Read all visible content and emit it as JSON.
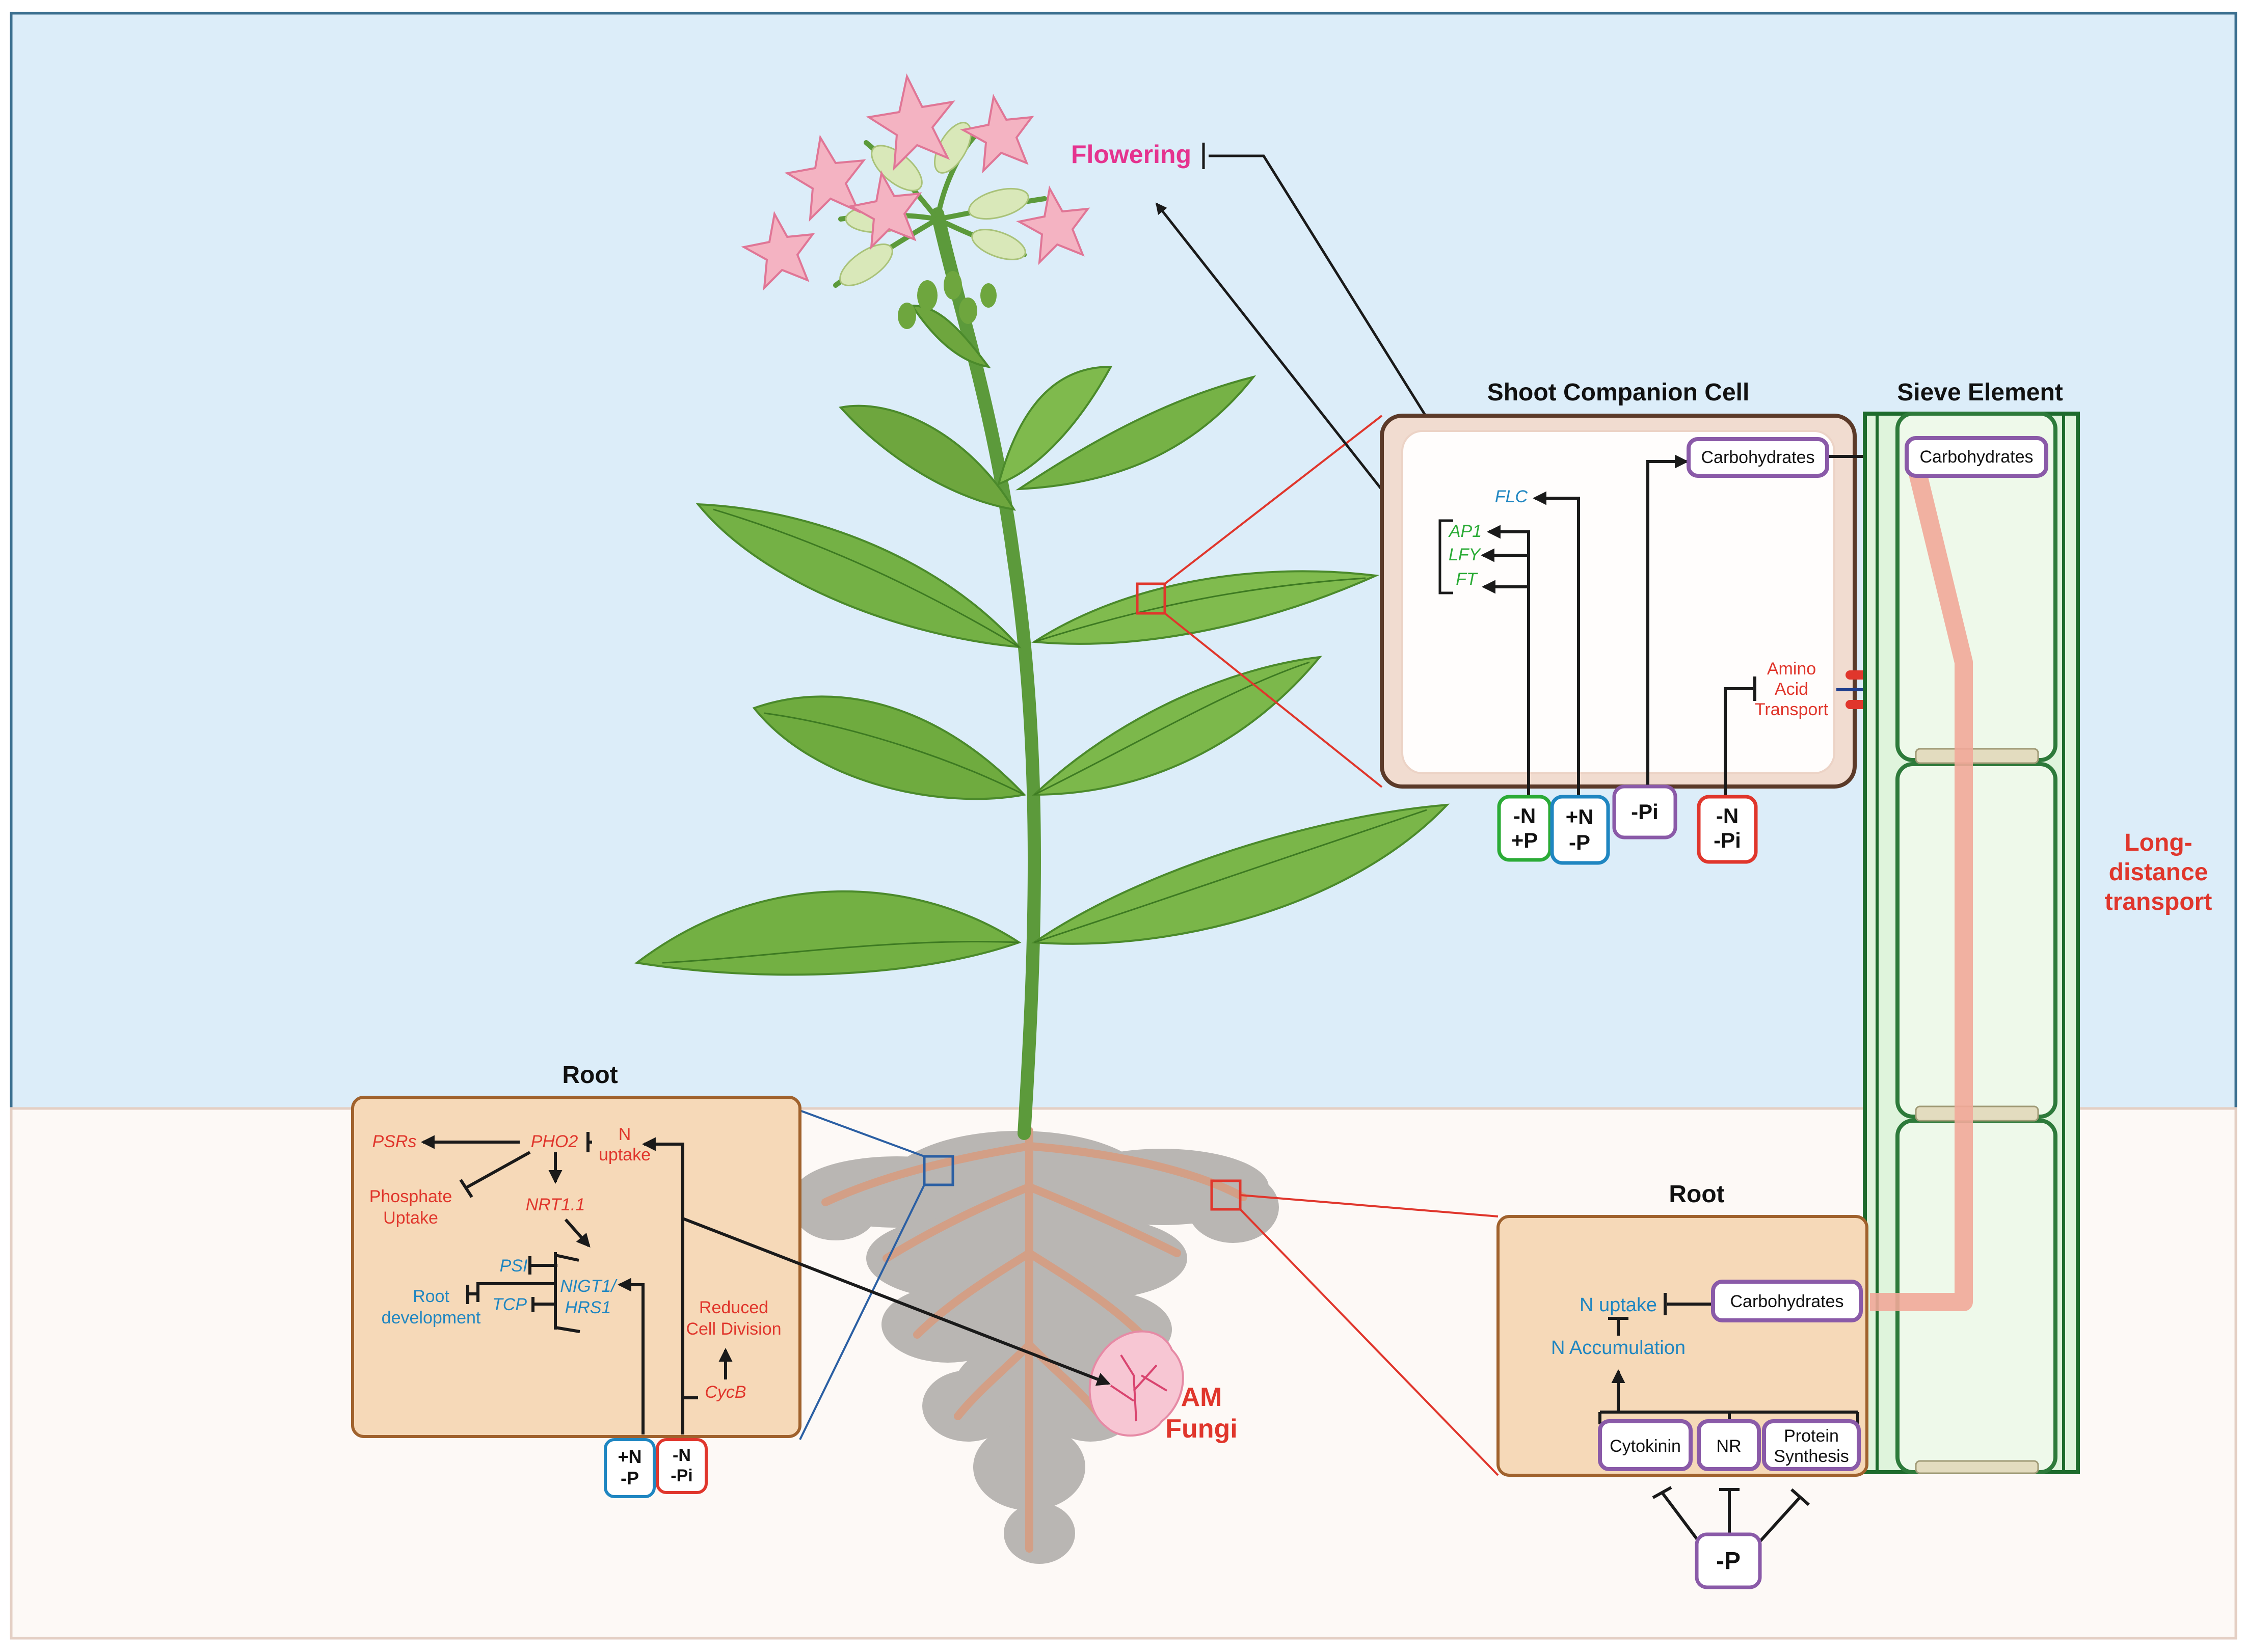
{
  "colors": {
    "sky": "#dcedf9",
    "soil": "#fdf9f6",
    "root_box": "#f6d9b8",
    "root_box_border": "#a0622d",
    "cell_wall": "#5b3a29",
    "cell_fill": "#f1dcd0",
    "red": "#e0362c",
    "blue": "#1f86c1",
    "green": "#2bab36",
    "purple": "#8a5aa8",
    "magenta": "#e5338f",
    "sieve_green": "#1d6b2c",
    "sieve_fill": "#dff4dc",
    "transport_stream": "#f1a999"
  },
  "flowering": {
    "label": "Flowering"
  },
  "shoot_cell": {
    "title": "Shoot Companion Cell",
    "genes": {
      "flc": "FLC",
      "ap1": "AP1",
      "lfy": "LFY",
      "ft": "FT"
    },
    "carbohydrates": "Carbohydrates",
    "amino_acid_transport": [
      "Amino",
      "Acid",
      "Transport"
    ],
    "conditions": [
      {
        "lines": [
          "-N",
          "+P"
        ],
        "color": "green"
      },
      {
        "lines": [
          "+N",
          "-P"
        ],
        "color": "blue"
      },
      {
        "lines": [
          "-Pi"
        ],
        "color": "purple"
      },
      {
        "lines": [
          "-N",
          "-Pi"
        ],
        "color": "red"
      }
    ]
  },
  "sieve": {
    "title": "Sieve Element",
    "carbohydrates": "Carbohydrates",
    "long_distance": [
      "Long-",
      "distance",
      "transport"
    ]
  },
  "root_left": {
    "title": "Root",
    "psrs": "PSRs",
    "pho2": "PHO2",
    "n_uptake": [
      "N",
      "uptake"
    ],
    "phosphate_uptake": [
      "Phosphate",
      "Uptake"
    ],
    "nrt11": "NRT1.1",
    "psi": "PSI",
    "tcp": "TCP",
    "nigt1": [
      "NIGT1/",
      "HRS1"
    ],
    "root_development": [
      "Root",
      "development"
    ],
    "reduced_division": [
      "Reduced",
      "Cell Division"
    ],
    "cycb": "CycB",
    "conditions": [
      {
        "lines": [
          "+N",
          "-P"
        ],
        "color": "blue"
      },
      {
        "lines": [
          "-N",
          "-Pi"
        ],
        "color": "red"
      }
    ]
  },
  "root_right": {
    "title": "Root",
    "n_uptake": "N uptake",
    "n_accumulation": "N Accumulation",
    "carbohydrates": "Carbohydrates",
    "cytokinin": "Cytokinin",
    "nr": "NR",
    "protein_synthesis": [
      "Protein",
      "Synthesis"
    ],
    "minus_p": "-P"
  },
  "am_fungi": [
    "AM",
    "Fungi"
  ]
}
